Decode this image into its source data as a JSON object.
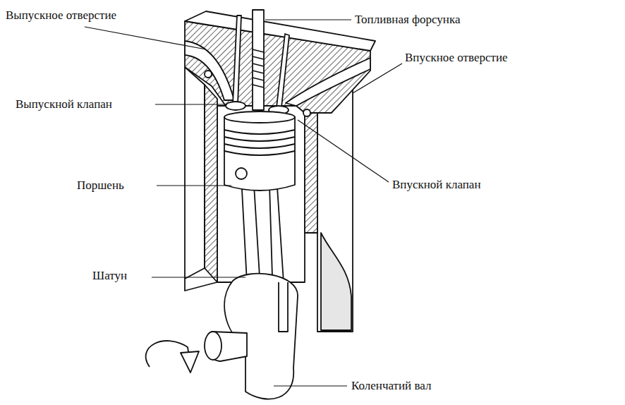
{
  "diagram": {
    "labels": [
      "Выпускное отверстие",
      "Топливная форсунка",
      "Впускное отверстие",
      "Выпускной клапан",
      "Поршень",
      "Впускной клапан",
      "Шатун",
      "Коленчатий вал"
    ]
  }
}
